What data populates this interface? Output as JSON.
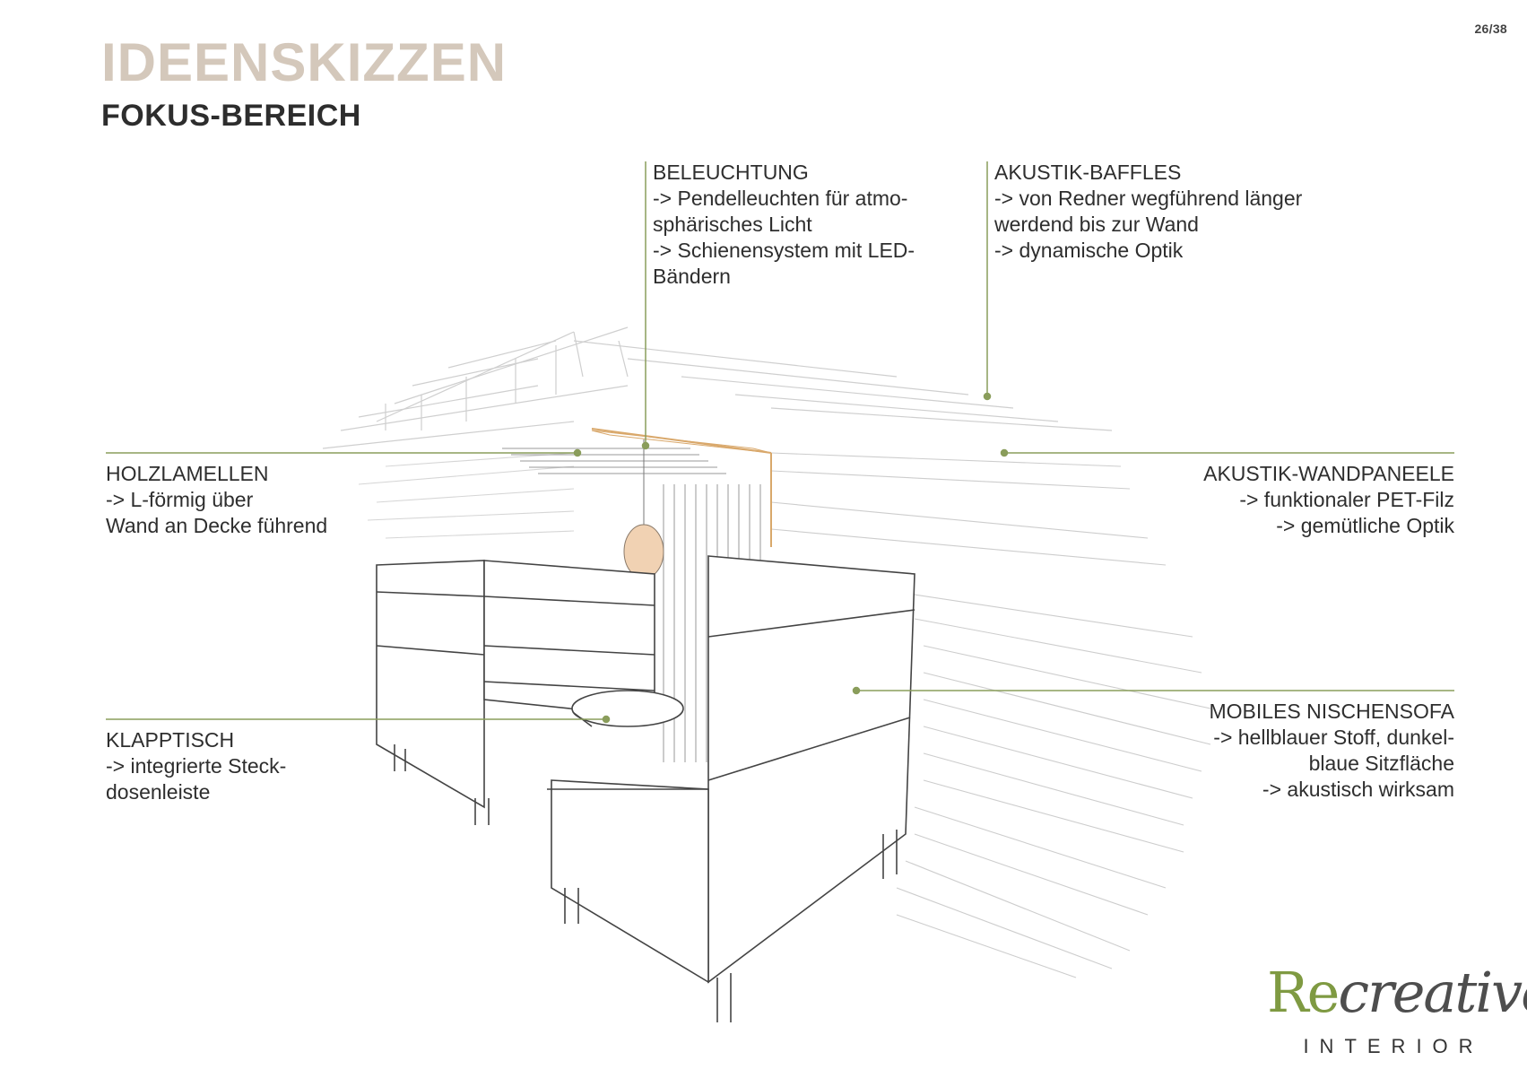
{
  "page_number": "26/38",
  "title": "IDEENSKIZZEN",
  "subtitle": "FOKUS-BEREICH",
  "accent_color": "#8a9d5b",
  "annotations": {
    "beleuchtung": {
      "head": "BELEUCHTUNG",
      "lines": [
        "-> Pendelleuchten für atmo-",
        "sphärisches Licht",
        "-> Schienensystem mit LED-",
        "Bändern"
      ]
    },
    "akustik_baffles": {
      "head": "AKUSTIK-BAFFLES",
      "lines": [
        "-> von Redner wegführend länger",
        "werdend bis zur Wand",
        "-> dynamische Optik"
      ]
    },
    "holzlamellen": {
      "head": "HOLZLAMELLEN",
      "lines": [
        "-> L-förmig über",
        "Wand an Decke führend"
      ]
    },
    "akustik_wandpaneele": {
      "head": "AKUSTIK-WANDPANEELE",
      "lines": [
        "-> funktionaler PET-Filz",
        "-> gemütliche Optik"
      ]
    },
    "klapptisch": {
      "head": "KLAPPTISCH",
      "lines": [
        "-> integrierte Steck-",
        "dosenleiste"
      ]
    },
    "mobiles_nischensofa": {
      "head": "MOBILES NISCHENSOFA",
      "lines": [
        "-> hellblauer Stoff, dunkel-",
        "blaue Sitzfläche",
        "-> akustisch wirksam"
      ]
    }
  },
  "logo": {
    "word_accent": "Re",
    "word_rest": "creative",
    "sub": "INTERIOR"
  }
}
